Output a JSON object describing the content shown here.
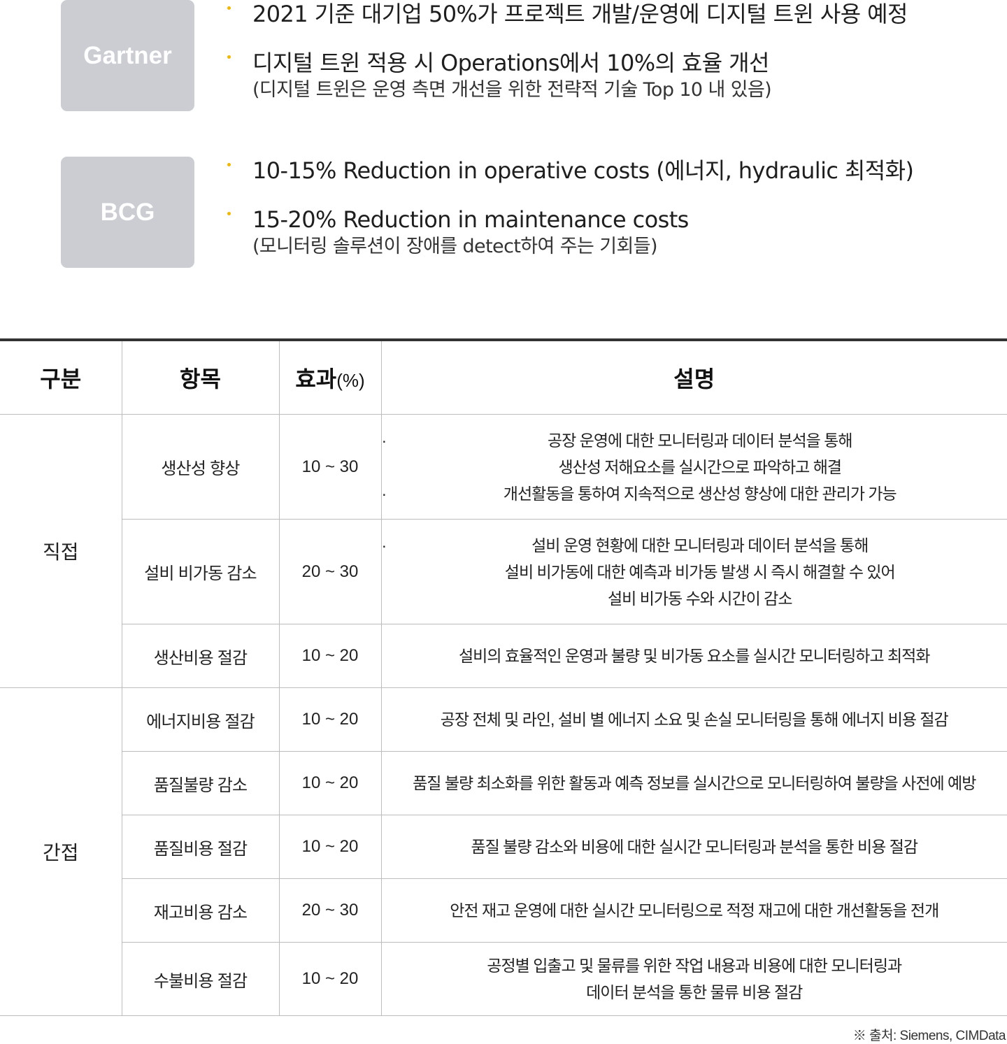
{
  "sources": [
    {
      "badge": "Gartner",
      "bullets": [
        {
          "text": "2021 기준 대기업 50%가 프로젝트 개발/운영에 디지털 트윈 사용 예정"
        },
        {
          "text": "디지털 트윈 적용 시 Operations에서 10%의 효율 개선",
          "sub": "(디지털 트윈은 운영 측면 개선을 위한 전략적 기술 Top 10 내 있음)"
        }
      ]
    },
    {
      "badge": "BCG",
      "bullets": [
        {
          "text": "10-15% Reduction in operative costs (에너지, hydraulic 최적화)"
        },
        {
          "text": "15-20% Reduction in maintenance costs",
          "sub": "(모니터링 솔루션이 장애를 detect하여 주는 기회들)"
        }
      ]
    }
  ],
  "table": {
    "headers": {
      "category": "구분",
      "item": "항목",
      "effect": "효과",
      "effect_unit": "(%)",
      "description": "설명"
    },
    "groups": [
      {
        "category": "직접",
        "rows": [
          {
            "item": "생산성 향상",
            "effect": "10 ~ 30",
            "desc": [
              {
                "t": "공장 운영에 대한 모니터링과 데이터 분석을 통해",
                "b": true
              },
              {
                "t": "생산성 저해요소를 실시간으로 파악하고 해결"
              },
              {
                "t": "개선활동을 통하여 지속적으로 생산성 향상에 대한 관리가 가능",
                "b": true
              }
            ]
          },
          {
            "item": "설비 비가동 감소",
            "effect": "20 ~ 30",
            "desc": [
              {
                "t": "설비 운영 현황에 대한 모니터링과 데이터 분석을 통해",
                "b": true
              },
              {
                "t": "설비 비가동에 대한 예측과 비가동 발생 시 즉시 해결할 수 있어"
              },
              {
                "t": "설비 비가동 수와 시간이 감소"
              }
            ]
          },
          {
            "item": "생산비용 절감",
            "effect": "10 ~ 20",
            "desc": [
              {
                "t": "설비의 효율적인 운영과 불량 및 비가동 요소를 실시간 모니터링하고 최적화"
              }
            ]
          }
        ]
      },
      {
        "category": "간접",
        "rows": [
          {
            "item": "에너지비용 절감",
            "effect": "10 ~ 20",
            "desc": [
              {
                "t": "공장 전체 및 라인, 설비 별 에너지 소요 및 손실 모니터링을 통해 에너지 비용 절감"
              }
            ]
          },
          {
            "item": "품질불량 감소",
            "effect": "10 ~ 20",
            "desc": [
              {
                "t": "품질 불량 최소화를 위한 활동과 예측 정보를 실시간으로 모니터링하여 불량을 사전에 예방"
              }
            ]
          },
          {
            "item": "품질비용 절감",
            "effect": "10 ~ 20",
            "desc": [
              {
                "t": "품질 불량 감소와 비용에 대한 실시간 모니터링과 분석을 통한 비용 절감"
              }
            ]
          },
          {
            "item": "재고비용 감소",
            "effect": "20 ~ 30",
            "desc": [
              {
                "t": "안전 재고 운영에 대한 실시간 모니터링으로 적정 재고에 대한 개선활동을 전개"
              }
            ]
          },
          {
            "item": "수불비용 절감",
            "effect": "10 ~ 20",
            "desc": [
              {
                "t": "공정별 입출고 및 물류를 위한 작업 내용과 비용에 대한 모니터링과"
              },
              {
                "t": "데이터 분석을 통한 물류 비용 절감"
              }
            ]
          }
        ]
      }
    ]
  },
  "footnote": "※ 출처: Siemens, CIMData",
  "colors": {
    "badge": "#cbcdd3",
    "bullet_dot": "#f2b705",
    "table_top_rule": "#333333",
    "grid": "#bdbdbd"
  }
}
